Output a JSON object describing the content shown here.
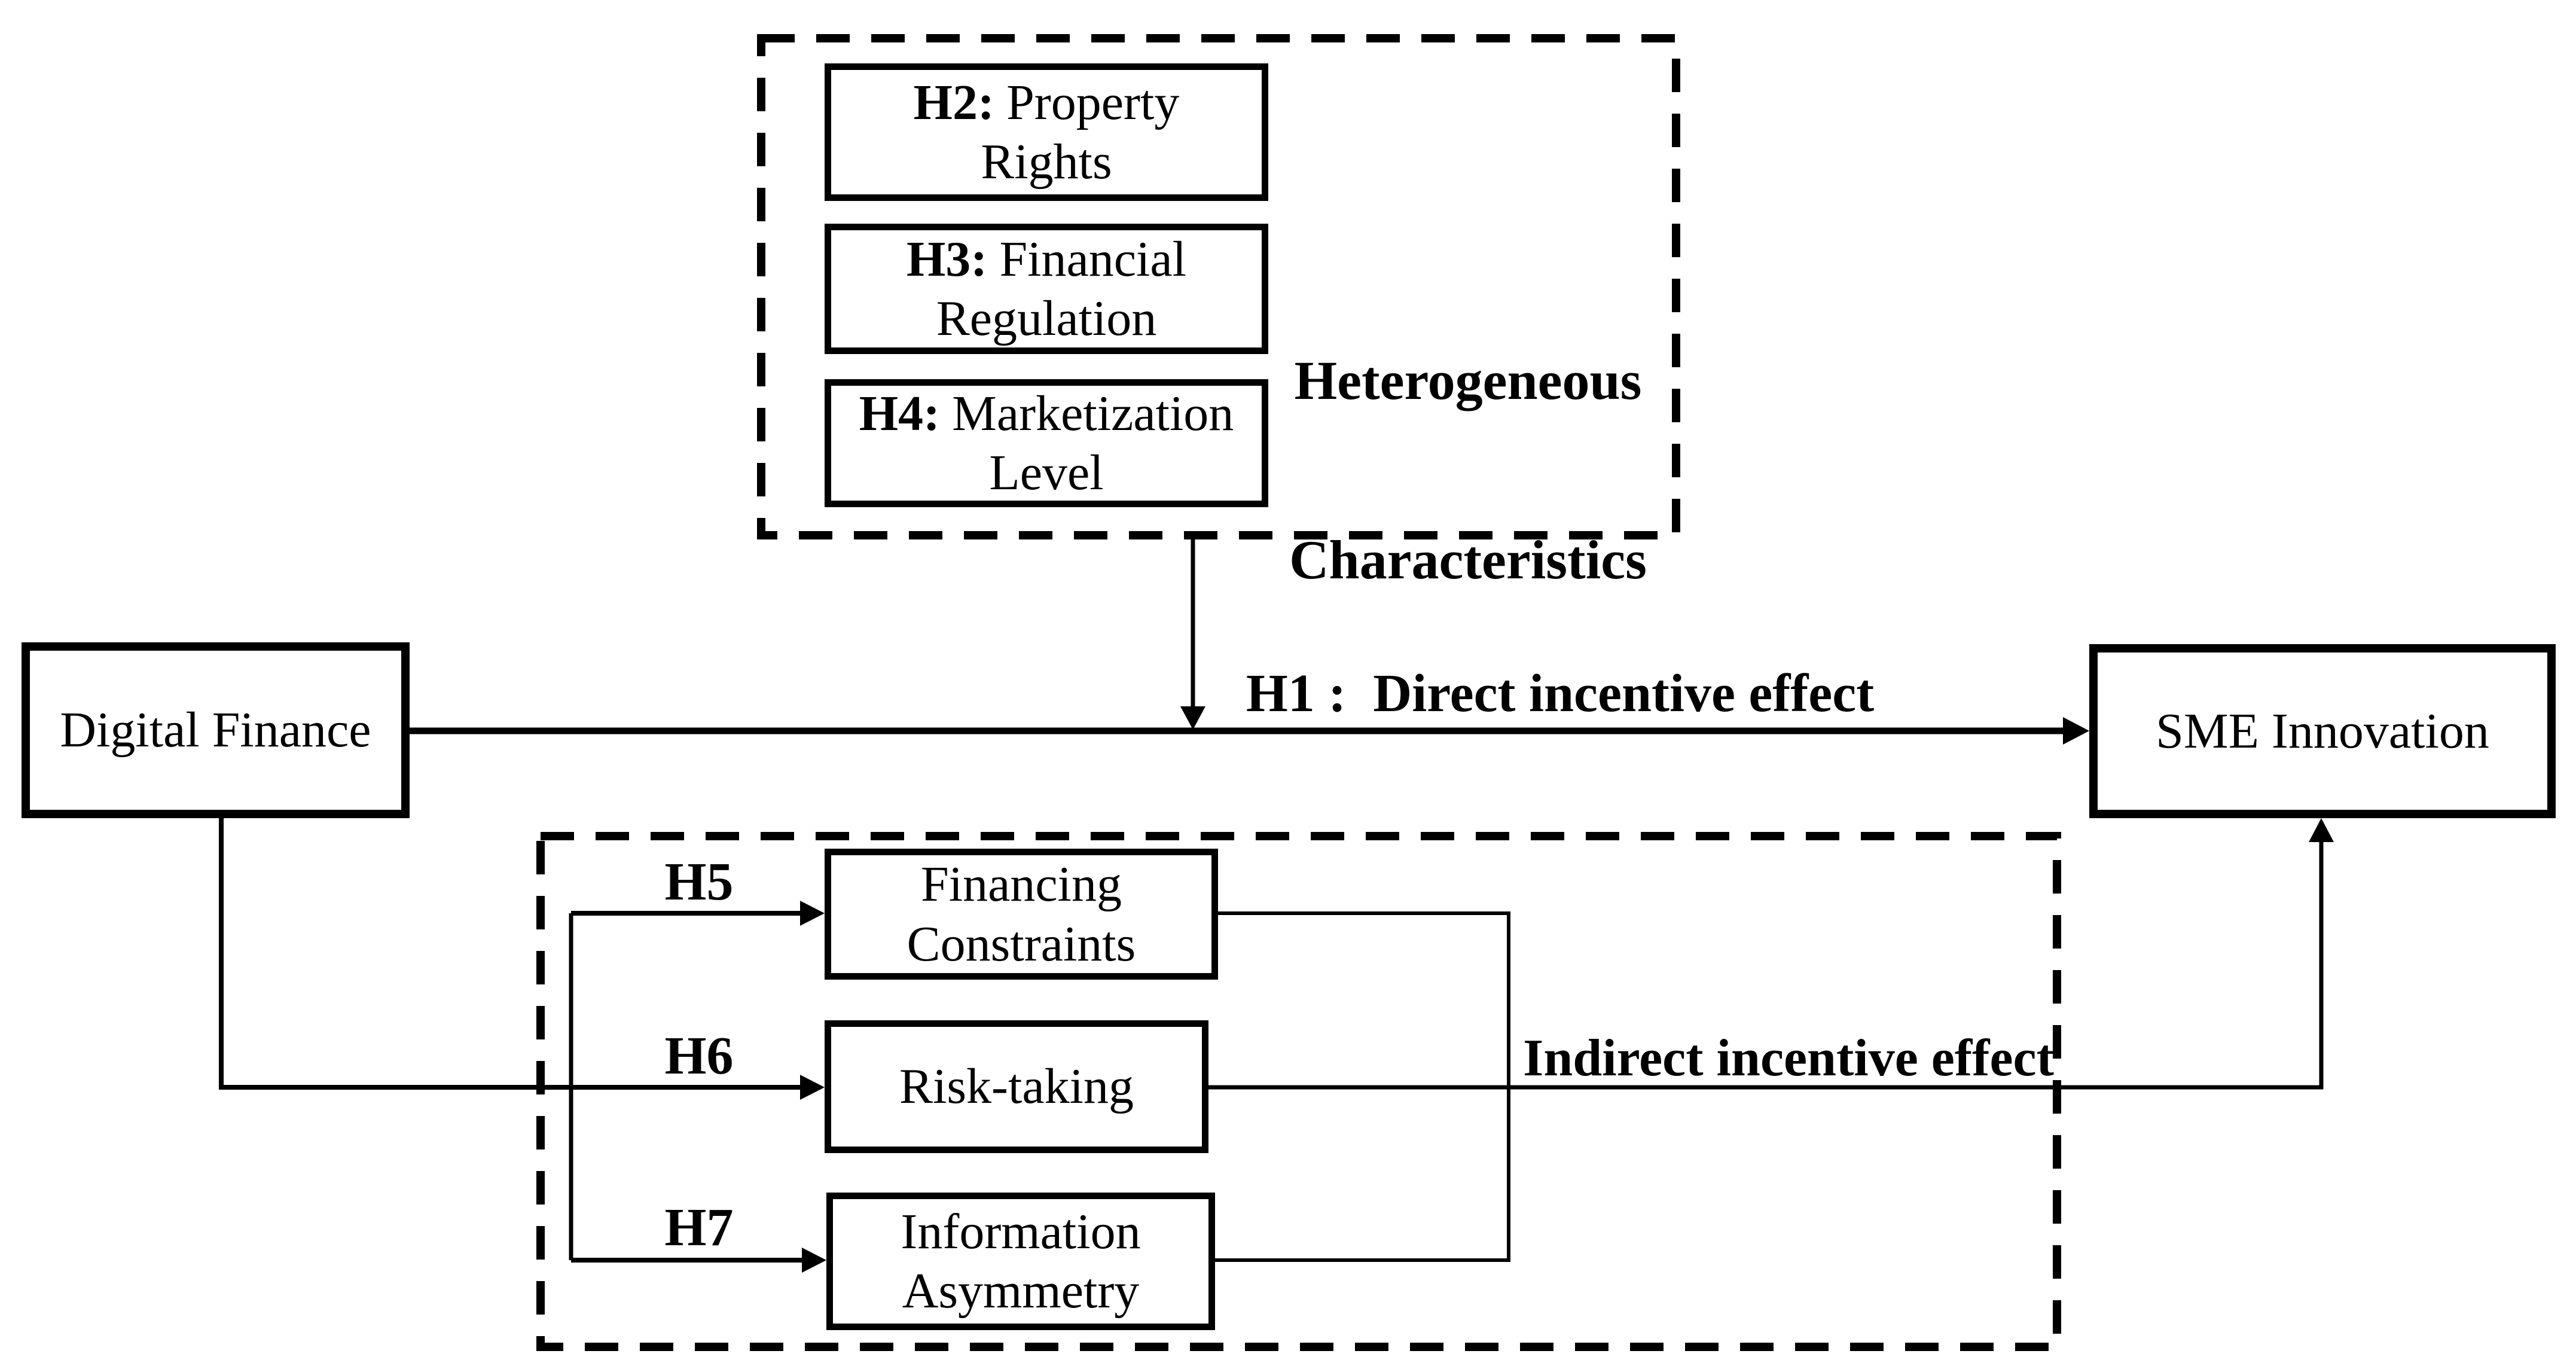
{
  "figure": {
    "colors": {
      "ink": "#000000",
      "background": "#ffffff"
    },
    "independent": {
      "label": "Digital Finance"
    },
    "dependent": {
      "label": "SME Innovation"
    },
    "direct_effect": {
      "label": "H1 :  Direct incentive effect"
    },
    "moderators": {
      "title_line1": "Heterogeneous",
      "title_line2": "Characteristics",
      "boxes": [
        {
          "prefix": "H2:",
          "line1": "Property",
          "line2": "Rights"
        },
        {
          "prefix": "H3:",
          "line1": "Financial",
          "line2": "Regulation"
        },
        {
          "prefix": "H4:",
          "line1": "Marketization",
          "line2": "Level"
        }
      ]
    },
    "mediators": {
      "label": "Indirect incentive effect",
      "paths": [
        {
          "hypothesis": "H5",
          "line1": "Financing",
          "line2": "Constraints"
        },
        {
          "hypothesis": "H6",
          "line1": "Risk-taking",
          "line2": ""
        },
        {
          "hypothesis": "H7",
          "line1": "Information",
          "line2": "Asymmetry"
        }
      ]
    }
  }
}
